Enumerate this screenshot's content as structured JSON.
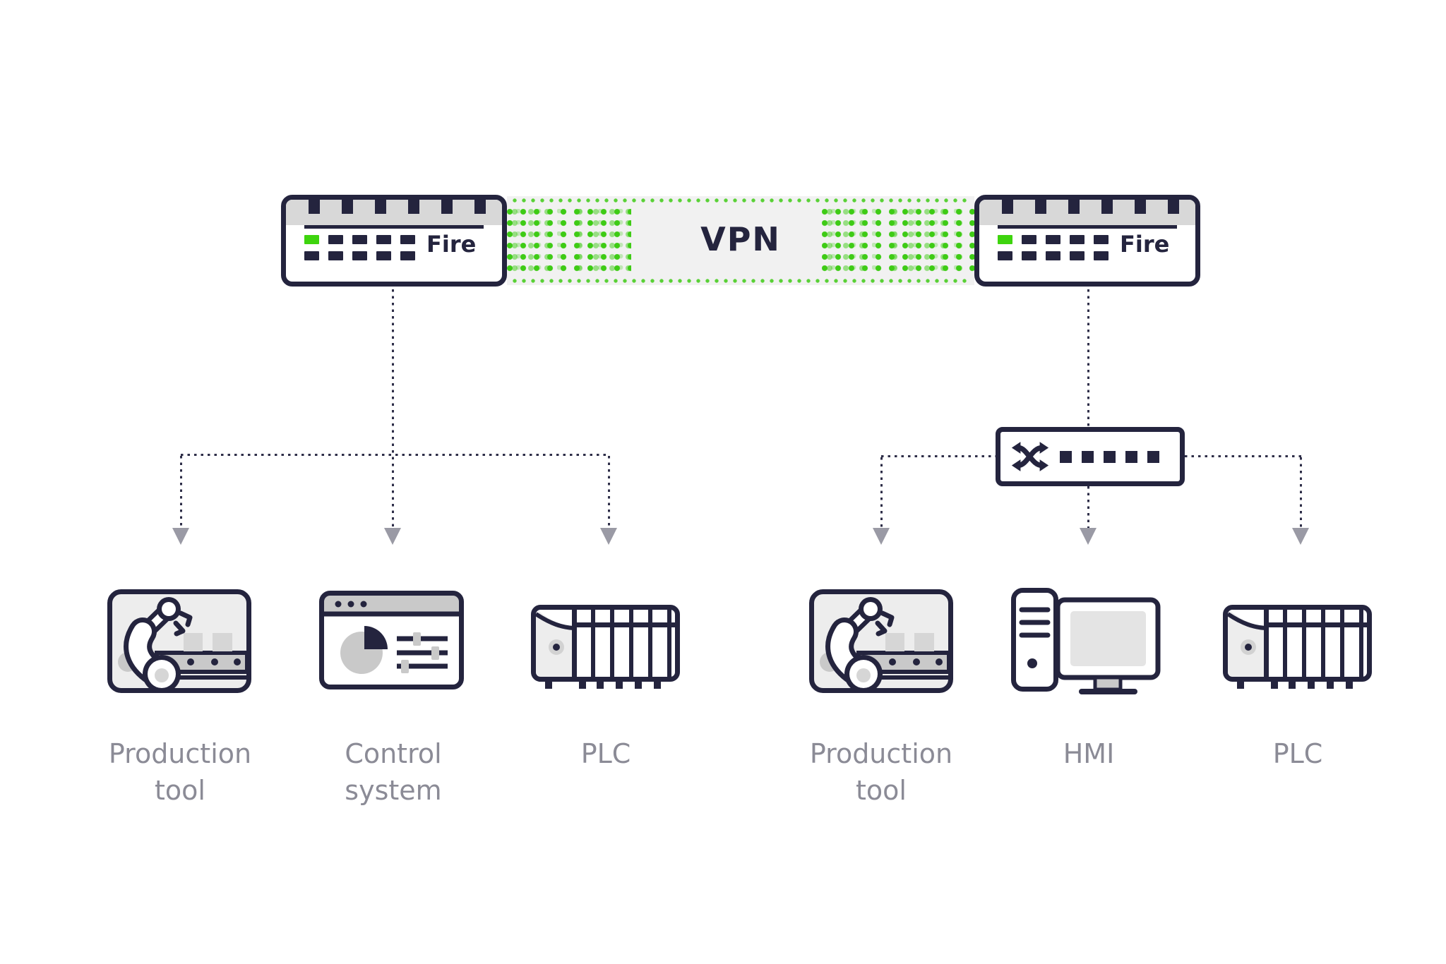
{
  "diagram": {
    "vpn": {
      "label": "VPN",
      "accent_color": "#3ecb15"
    },
    "firewalls": {
      "left": {
        "label": "Fire",
        "led_on_color": "#3ed40e"
      },
      "right": {
        "label": "Fire",
        "led_on_color": "#3ed40e"
      }
    },
    "switch": {
      "icon": "shuffle-icon",
      "ports": 5
    },
    "devices": {
      "left": [
        {
          "icon": "robot-arm-icon",
          "label": "Production tool"
        },
        {
          "icon": "control-system-icon",
          "label": "Control system"
        },
        {
          "icon": "plc-icon",
          "label": "PLC"
        }
      ],
      "right": [
        {
          "icon": "robot-arm-icon",
          "label": "Production tool"
        },
        {
          "icon": "hmi-icon",
          "label": "HMI"
        },
        {
          "icon": "plc-icon",
          "label": "PLC"
        }
      ]
    },
    "topology": [
      "firewall-left <-> firewall-right via VPN",
      "firewall-left -> Production tool, Control system, PLC",
      "firewall-right -> switch -> Production tool, HMI, PLC"
    ],
    "colors": {
      "navy": "#24243e",
      "green": "#3ecb15",
      "band_gray": "#f1f1f1",
      "icon_bg_gray": "#ededed",
      "mid_gray": "#c9c9c9",
      "label_gray": "#8b8b96",
      "arrow_gray": "#9a9aa5"
    }
  }
}
